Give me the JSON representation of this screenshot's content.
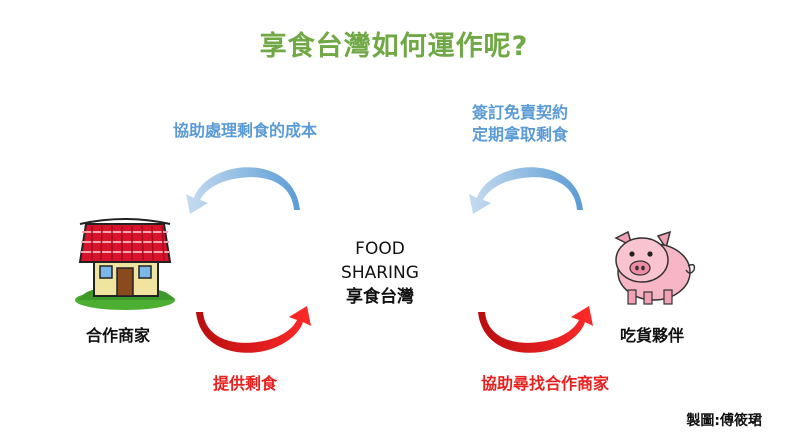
{
  "title": "享食台灣如何運作呢?",
  "top_left_label": "協助處理剩食的成本",
  "top_right_label_line1": "簽訂免賣契約",
  "top_right_label_line2": "定期拿取剩食",
  "center_line1": "FOOD",
  "center_line2": "SHARING",
  "center_line3": "享食台灣",
  "left_node_label": "合作商家",
  "right_node_label": "吃貨夥伴",
  "bottom_left_label": "提供剩食",
  "bottom_right_label": "協助尋找合作商家",
  "credit": "製圖:傅筱珺",
  "colors": {
    "title": "#6fa845",
    "blue_arrow": "#5b9bd5",
    "red_arrow": "#e8211f"
  },
  "icons": [
    "shop-icon",
    "pig-icon"
  ]
}
